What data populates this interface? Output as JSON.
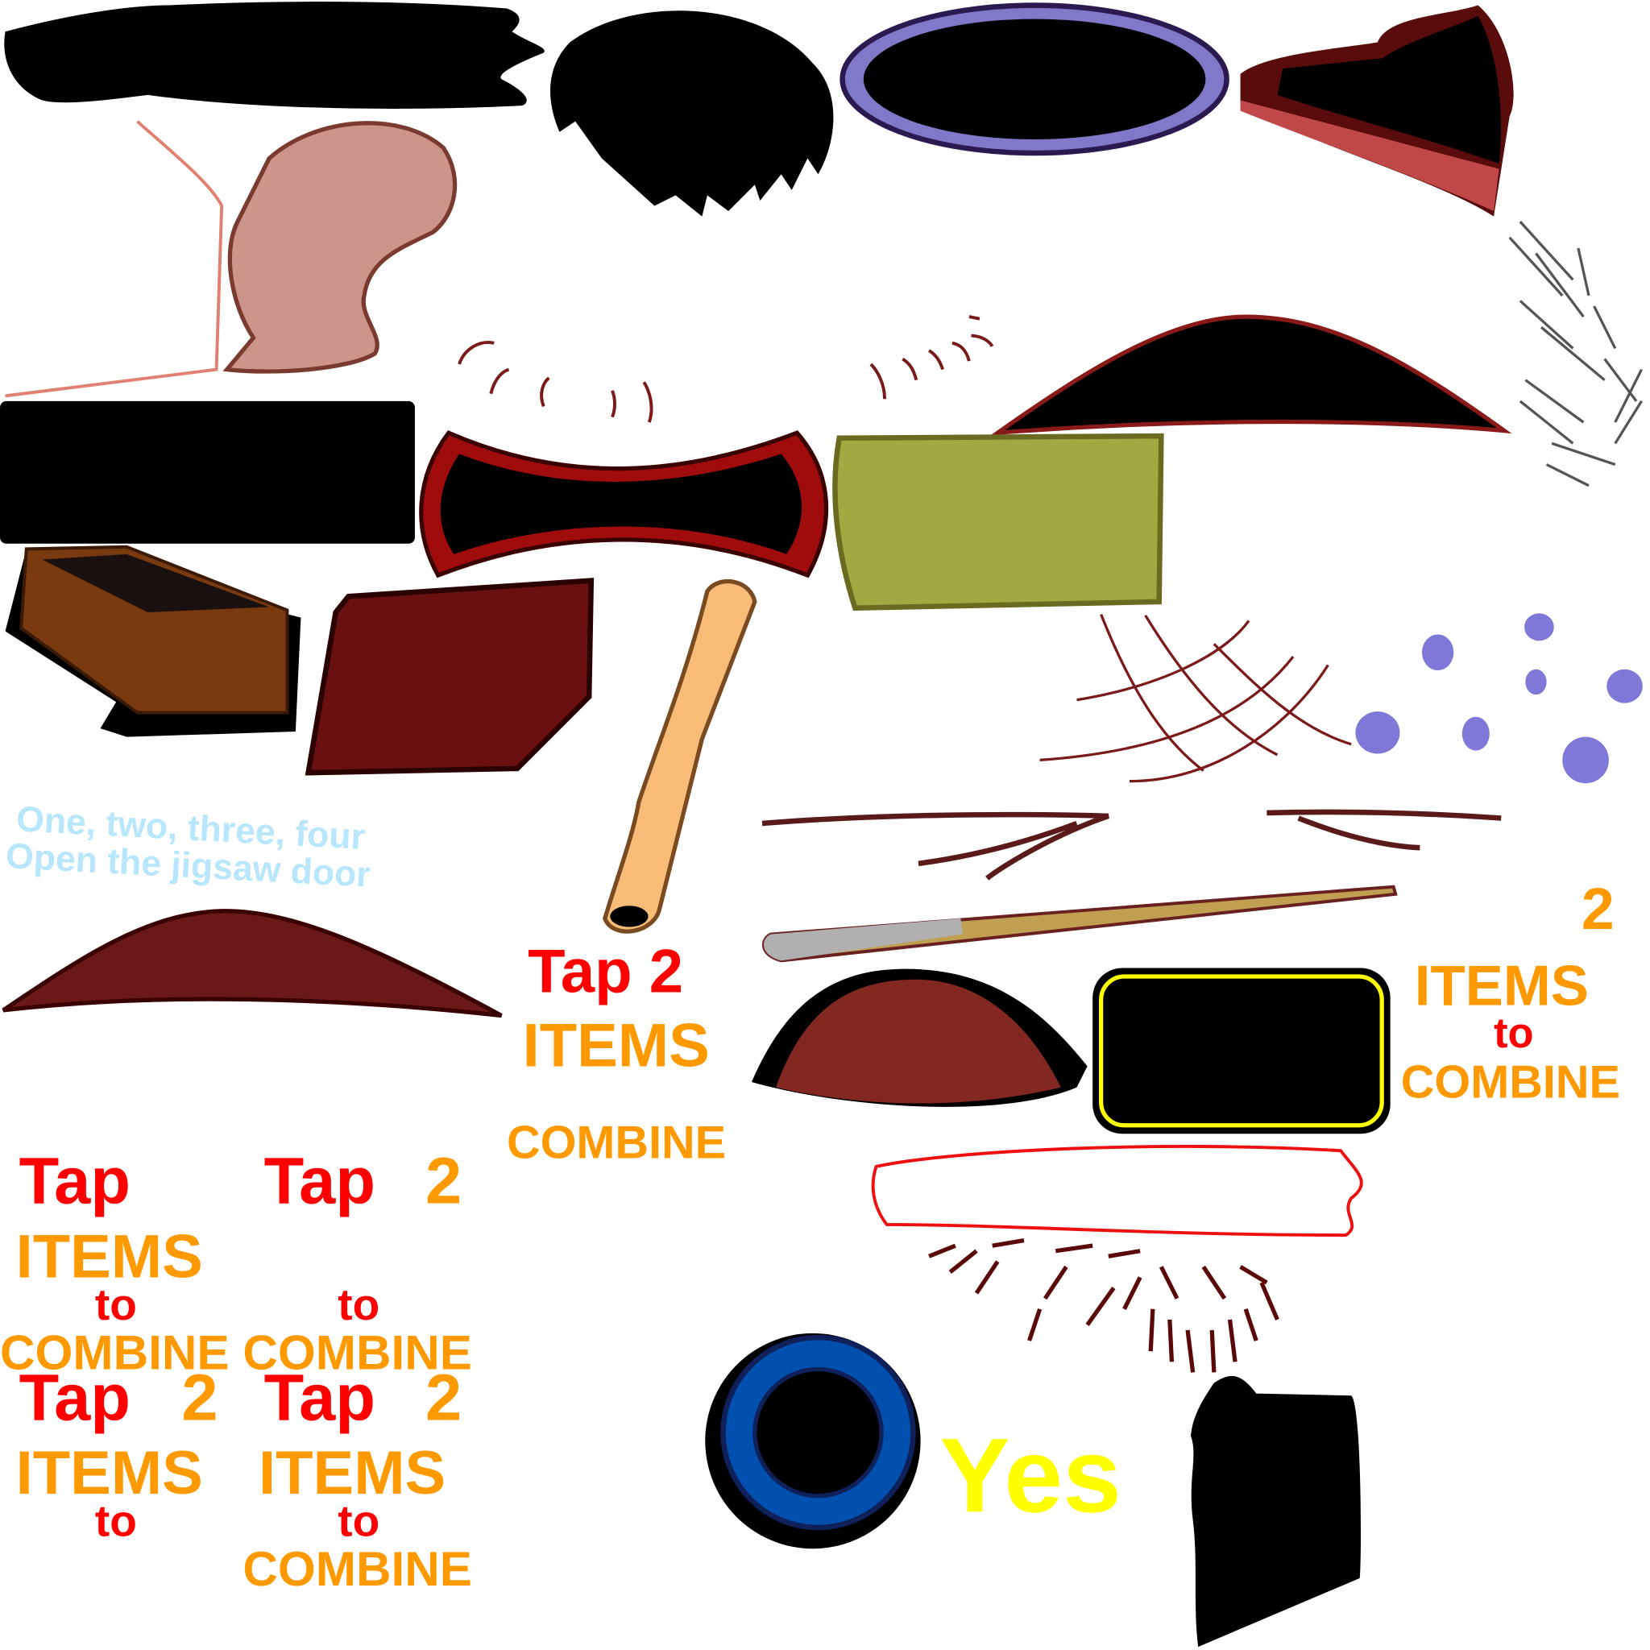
{
  "sheet": {
    "rhyme_line_1": "One, two, three, four",
    "rhyme_line_2": "Open the jigsaw door",
    "yes_label": "Yes",
    "hint_a": {
      "tap": "Tap 2",
      "items": "ITEMS",
      "combine": "COMBINE"
    },
    "hint_b": {
      "num": "2",
      "items": "ITEMS",
      "to": "to",
      "combine": "COMBINE"
    },
    "hint_c": {
      "tap": "Tap",
      "items": "ITEMS",
      "to": "to",
      "combine": "COMBINE"
    },
    "hint_d": {
      "tap": "Tap",
      "num": "2",
      "to": "to",
      "combine": "COMBINE"
    },
    "hint_e": {
      "tap": "Tap",
      "num": "2",
      "items": "ITEMS",
      "to": "to"
    },
    "hint_f": {
      "tap": "Tap",
      "num": "2",
      "items": "ITEMS",
      "to": "to",
      "combine": "COMBINE"
    }
  },
  "colors": {
    "red": "#ff0000",
    "orange": "#ff9900",
    "yellow": "#ffff00",
    "light_blue": "#b8e6fc",
    "maroon": "#6a1010",
    "purple": "#8080d8",
    "olive": "#a4a840"
  }
}
